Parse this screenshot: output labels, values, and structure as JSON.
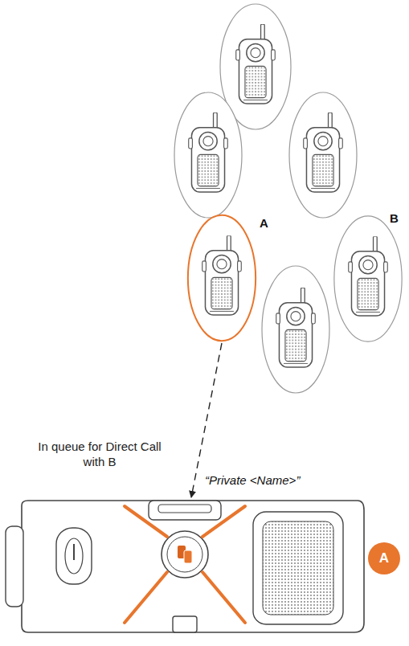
{
  "diagram": {
    "nodes": [
      {
        "text": [
          "A"
        ]
      },
      {
        "text": [
          "B"
        ]
      },
      {
        "text": [
          "“Private <Name>”"
        ]
      },
      {
        "text": [
          "A"
        ]
      }
    ],
    "edges": [
      {
        "from": 0,
        "to": 2,
        "arrow": "to"
      }
    ],
    "labels": [
      "In queue for Direct Call with B"
    ]
  }
}
